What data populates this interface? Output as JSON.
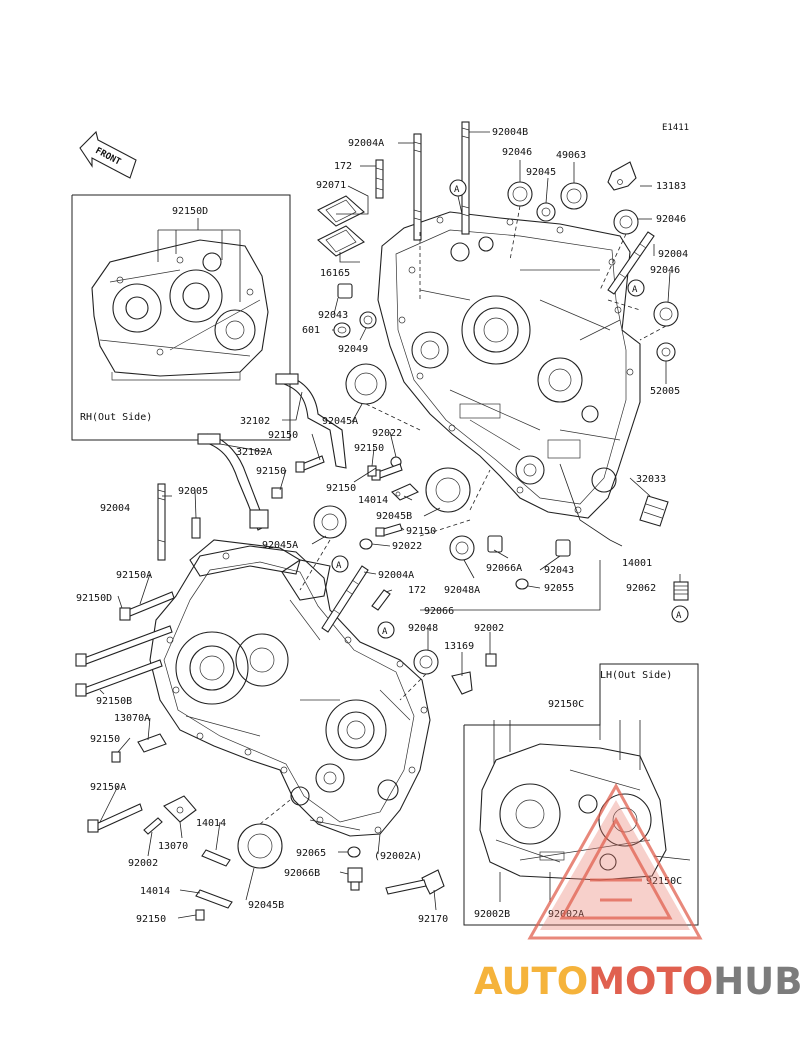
{
  "diagram_code": "E1411",
  "front_label": "FRONT",
  "insets": {
    "rh": {
      "title": "RH(Out Side)",
      "part": "92150D"
    },
    "lh": {
      "title": "LH(Out Side)",
      "part": "92150C"
    }
  },
  "callout_letter": "A",
  "parts": {
    "p92004A_top": "92004A",
    "p92004B": "92004B",
    "p172_top": "172",
    "p92071": "92071",
    "p92046_a": "92046",
    "p49063": "49063",
    "p92045_top": "92045",
    "p13183": "13183",
    "p92046_b": "92046",
    "p92004_right": "92004",
    "p92046_c": "92046",
    "p16165": "16165",
    "p92043_l": "92043",
    "p601": "601",
    "p92049": "92049",
    "p52005": "52005",
    "p32102": "32102",
    "p92045A_r": "92045A",
    "p92150_a": "92150",
    "p92022_a": "92022",
    "p32102A": "32102A",
    "p92150_b": "92150",
    "p92150_c": "92150",
    "p92005": "92005",
    "p92150_d": "92150",
    "p14014_top": "14014",
    "p92045B_mid": "92045B",
    "p32033": "32033",
    "p92004_left": "92004",
    "p92045A_l": "92045A",
    "p92150_e": "92150",
    "p92022_b": "92022",
    "p14001": "14001",
    "p92066A": "92066A",
    "p92043_r": "92043",
    "p92048A": "92048A",
    "p92055": "92055",
    "p92062": "92062",
    "p92150A_a": "92150A",
    "p92004A_mid": "92004A",
    "p92150D": "92150D",
    "p172_mid": "172",
    "p92066": "92066",
    "p92048": "92048",
    "p92002_a": "92002",
    "p13169": "13169",
    "p92150B": "92150B",
    "p13070A": "13070A",
    "p92150_f": "92150",
    "p92150A_b": "92150A",
    "p14014_mid": "14014",
    "p13070": "13070",
    "p92002_b": "92002",
    "p92065": "92065",
    "p92002A_paren": "(92002A)",
    "p92066B": "92066B",
    "p14014_bot": "14014",
    "p92045B_bot": "92045B",
    "p92150_g": "92150",
    "p92170": "92170",
    "p92002B": "92002B",
    "p92002A": "92002A"
  },
  "watermark": {
    "part1": "AUTO",
    "part2": "MOTO",
    "part3": "HUB",
    "colors": {
      "auto": "#f5b33b",
      "moto": "#e0604f",
      "hub": "#7c7c7c"
    }
  }
}
